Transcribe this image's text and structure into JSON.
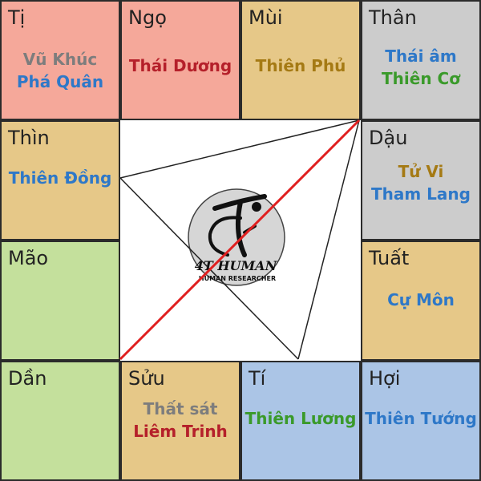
{
  "colors": {
    "pink": "#f5a89a",
    "tan": "#e6c888",
    "gray": "#cccccc",
    "green": "#c4e09c",
    "blue": "#abc5e6",
    "border": "#2b2b2b",
    "logo_bg": "#d6d6d6"
  },
  "palaces": [
    {
      "name": "Tị",
      "bg": "#f5a89a",
      "stars": [
        {
          "text": "Vũ Khúc",
          "color": "#7d7d7d"
        },
        {
          "text": "Phá Quân",
          "color": "#2e78c8"
        }
      ]
    },
    {
      "name": "Ngọ",
      "bg": "#f5a89a",
      "stars": [
        {
          "text": "Thái Dương",
          "color": "#b5202a"
        }
      ]
    },
    {
      "name": "Mùi",
      "bg": "#e6c888",
      "stars": [
        {
          "text": "Thiên Phủ",
          "color": "#a57a14"
        }
      ]
    },
    {
      "name": "Thân",
      "bg": "#cccccc",
      "stars": [
        {
          "text": "Thái âm",
          "color": "#2e78c8"
        },
        {
          "text": "Thiên Cơ",
          "color": "#3a9a2a"
        }
      ]
    },
    {
      "name": "Thìn",
      "bg": "#e6c888",
      "stars": [
        {
          "text": "Thiên Đồng",
          "color": "#2e78c8"
        }
      ]
    },
    {
      "name": "Dậu",
      "bg": "#cccccc",
      "stars": [
        {
          "text": "Tử Vi",
          "color": "#a57a14"
        },
        {
          "text": "Tham Lang",
          "color": "#2e78c8"
        }
      ]
    },
    {
      "name": "Mão",
      "bg": "#c4e09c",
      "stars": []
    },
    {
      "name": "Tuất",
      "bg": "#e6c888",
      "stars": [
        {
          "text": "Cự Môn",
          "color": "#2e78c8"
        }
      ]
    },
    {
      "name": "Dần",
      "bg": "#c4e09c",
      "stars": []
    },
    {
      "name": "Sửu",
      "bg": "#e6c888",
      "stars": [
        {
          "text": "Thất sát",
          "color": "#7d7d7d"
        },
        {
          "text": "Liêm Trinh",
          "color": "#b5202a"
        }
      ]
    },
    {
      "name": "Tí",
      "bg": "#abc5e6",
      "stars": [
        {
          "text": "Thiên Lương",
          "color": "#3a9a2a"
        }
      ]
    },
    {
      "name": "Hợi",
      "bg": "#abc5e6",
      "stars": [
        {
          "text": "Thiên Tướng",
          "color": "#2e78c8"
        }
      ]
    }
  ],
  "logo": {
    "brand": "4T HUMAN",
    "tagline": "HUMAN RESEARCHER"
  },
  "lines": {
    "triangle_color": "#222222",
    "diagonal_color": "#e02020"
  }
}
